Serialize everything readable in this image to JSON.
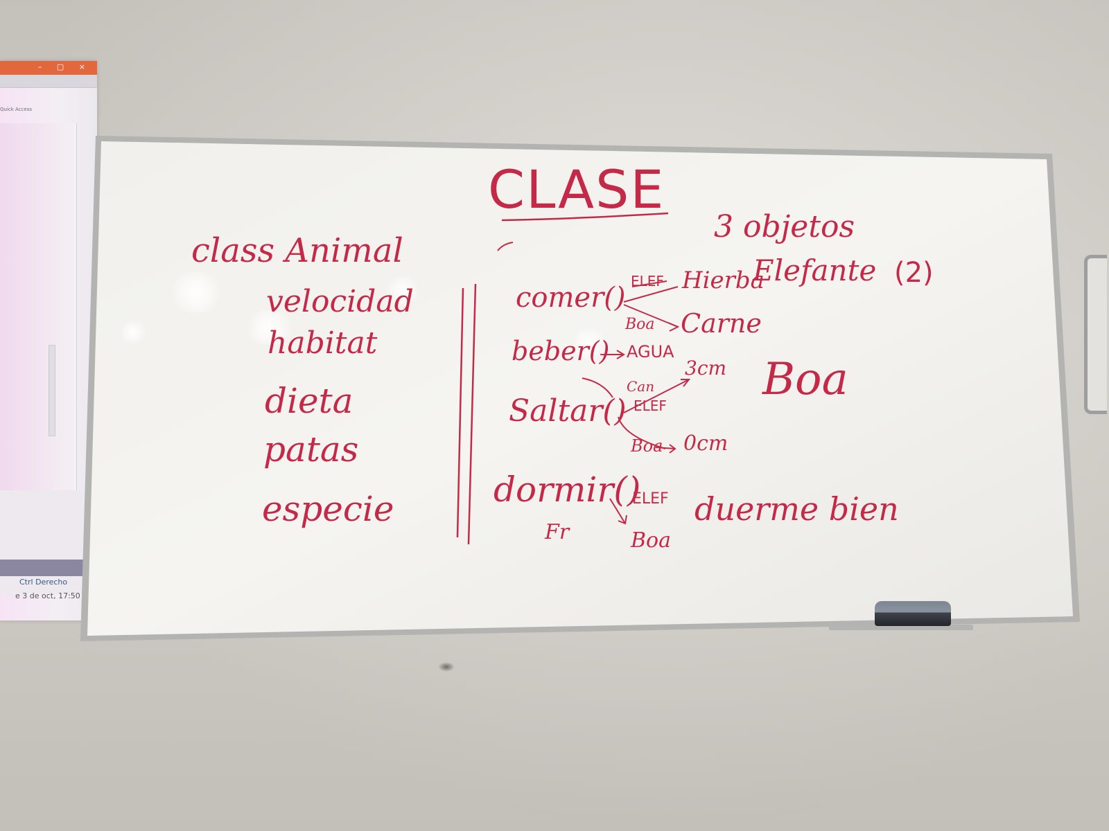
{
  "projection": {
    "window_controls": "–  ▢  ×",
    "quick_access": "Quick Access",
    "taskbar_text": "Ctrl Derecho",
    "date_text": "e 3 de oct, 17:50"
  },
  "whiteboard": {
    "title": "CLASE",
    "objects_note": "3 objetos",
    "class_header": "class Animal",
    "attributes": [
      "velocidad",
      "habitat",
      "dieta",
      "patas",
      "especie"
    ],
    "methods": {
      "comer": "comer()",
      "beber": "beber()",
      "saltar": "Saltar()",
      "dormir": "dormir()"
    },
    "labels": {
      "elef_short": "ELEF",
      "hierba": "Hierba",
      "elefante": "Elefante",
      "elefante_count": "(2)",
      "boa_short": "Boa",
      "carne": "Carne",
      "agua": "AGUA",
      "cm3": "3cm",
      "can": "Can",
      "elef2": "ELEF",
      "boa_big": "Boa",
      "boa2": "Boa",
      "cm0": "0cm",
      "elef3": "ELEF",
      "boa3": "Boa",
      "fr": "Fr",
      "duerme_bien": "duerme bien"
    }
  },
  "colors": {
    "marker_ink": "#c42a47",
    "board_white": "#f2f1ed",
    "frame_metal": "#a9a9a7",
    "window_titlebar": "#e3673d"
  }
}
